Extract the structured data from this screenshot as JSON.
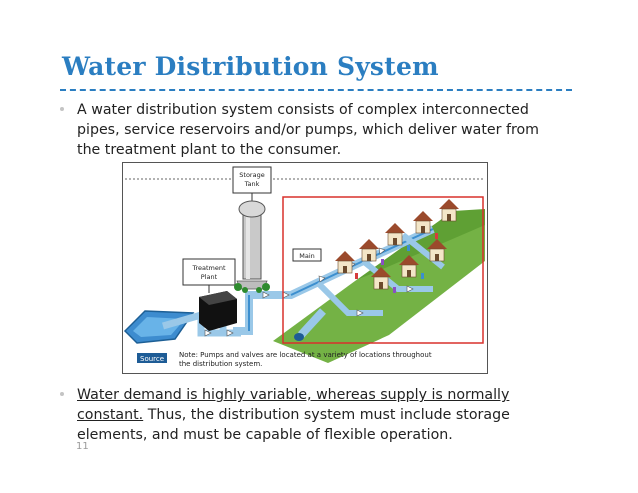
{
  "slide": {
    "title": "Water Distribution System",
    "page_number": "11",
    "accent_color": "#2b7ec1",
    "highlight_box_color": "#d9302c"
  },
  "bullet1": {
    "lines": [
      "A water distribution system consists of complex interconnected",
      "pipes, service reservoirs and/or pumps, which deliver water from",
      "the treatment plant to the consumer."
    ]
  },
  "bullet2": {
    "line1": "Water demand is highly variable, whereas supply is normally",
    "line2_underlined": "constant.",
    "line2_rest": " Thus, the distribution system must include storage",
    "line3": "elements, and must be capable of flexible operation."
  },
  "figure": {
    "labels": {
      "storage_tank_line1": "Storage",
      "storage_tank_line2": "Tank",
      "treatment_line1": "Treatment",
      "treatment_line2": "Plant",
      "main": "Main",
      "source": "Source",
      "note_line1": "Note: Pumps and valves are located at a variety of locations throughout",
      "note_line2": "the distribution system."
    }
  }
}
